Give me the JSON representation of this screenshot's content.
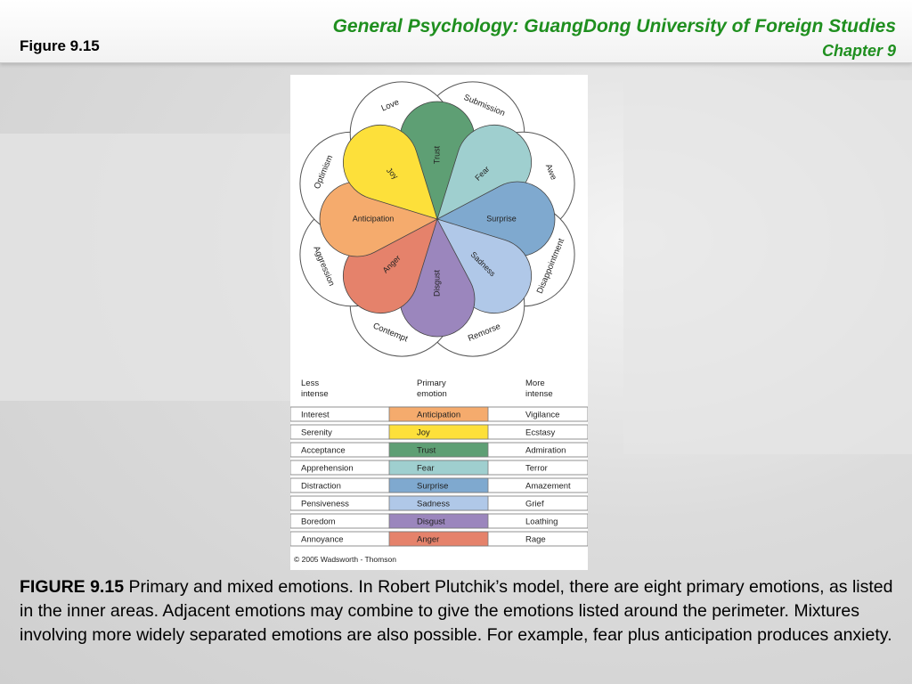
{
  "header": {
    "figure_label": "Figure 9.15",
    "course_title": "General Psychology: GuangDong University of Foreign Studies",
    "chapter": "Chapter 9"
  },
  "wheel": {
    "primary": [
      {
        "label": "Trust",
        "color": "#5e9f74"
      },
      {
        "label": "Fear",
        "color": "#9fcfcf"
      },
      {
        "label": "Surprise",
        "color": "#7fa9cf"
      },
      {
        "label": "Sadness",
        "color": "#b0c8e8"
      },
      {
        "label": "Disgust",
        "color": "#9b86bd"
      },
      {
        "label": "Anger",
        "color": "#e5826b"
      },
      {
        "label": "Anticipation",
        "color": "#f5ab6d"
      },
      {
        "label": "Joy",
        "color": "#fde03a"
      }
    ],
    "mixed": [
      "Submission",
      "Awe",
      "Disappointment",
      "Remorse",
      "Contempt",
      "Aggression",
      "Optimism",
      "Love"
    ]
  },
  "table": {
    "headers": {
      "less": [
        "Less",
        "intense"
      ],
      "primary": [
        "Primary",
        "emotion"
      ],
      "more": [
        "More",
        "intense"
      ]
    },
    "rows": [
      {
        "less": "Interest",
        "primary": "Anticipation",
        "more": "Vigilance",
        "color": "#f5ab6d"
      },
      {
        "less": "Serenity",
        "primary": "Joy",
        "more": "Ecstasy",
        "color": "#fde03a"
      },
      {
        "less": "Acceptance",
        "primary": "Trust",
        "more": "Admiration",
        "color": "#5e9f74"
      },
      {
        "less": "Apprehension",
        "primary": "Fear",
        "more": "Terror",
        "color": "#9fcfcf"
      },
      {
        "less": "Distraction",
        "primary": "Surprise",
        "more": "Amazement",
        "color": "#7fa9cf"
      },
      {
        "less": "Pensiveness",
        "primary": "Sadness",
        "more": "Grief",
        "color": "#b0c8e8"
      },
      {
        "less": "Boredom",
        "primary": "Disgust",
        "more": "Loathing",
        "color": "#9b86bd"
      },
      {
        "less": "Annoyance",
        "primary": "Anger",
        "more": "Rage",
        "color": "#e5826b"
      }
    ]
  },
  "copyright": "© 2005 Wadsworth - Thomson",
  "caption": {
    "lead": "FIGURE 9.15",
    "text": " Primary and mixed emotions. In Robert Plutchik’s model, there are eight primary emotions, as listed in the inner areas. Adjacent emotions may combine to give the emotions listed around the perimeter. Mixtures involving more widely separated emotions are also possible. For example, fear plus anticipation produces anxiety."
  }
}
